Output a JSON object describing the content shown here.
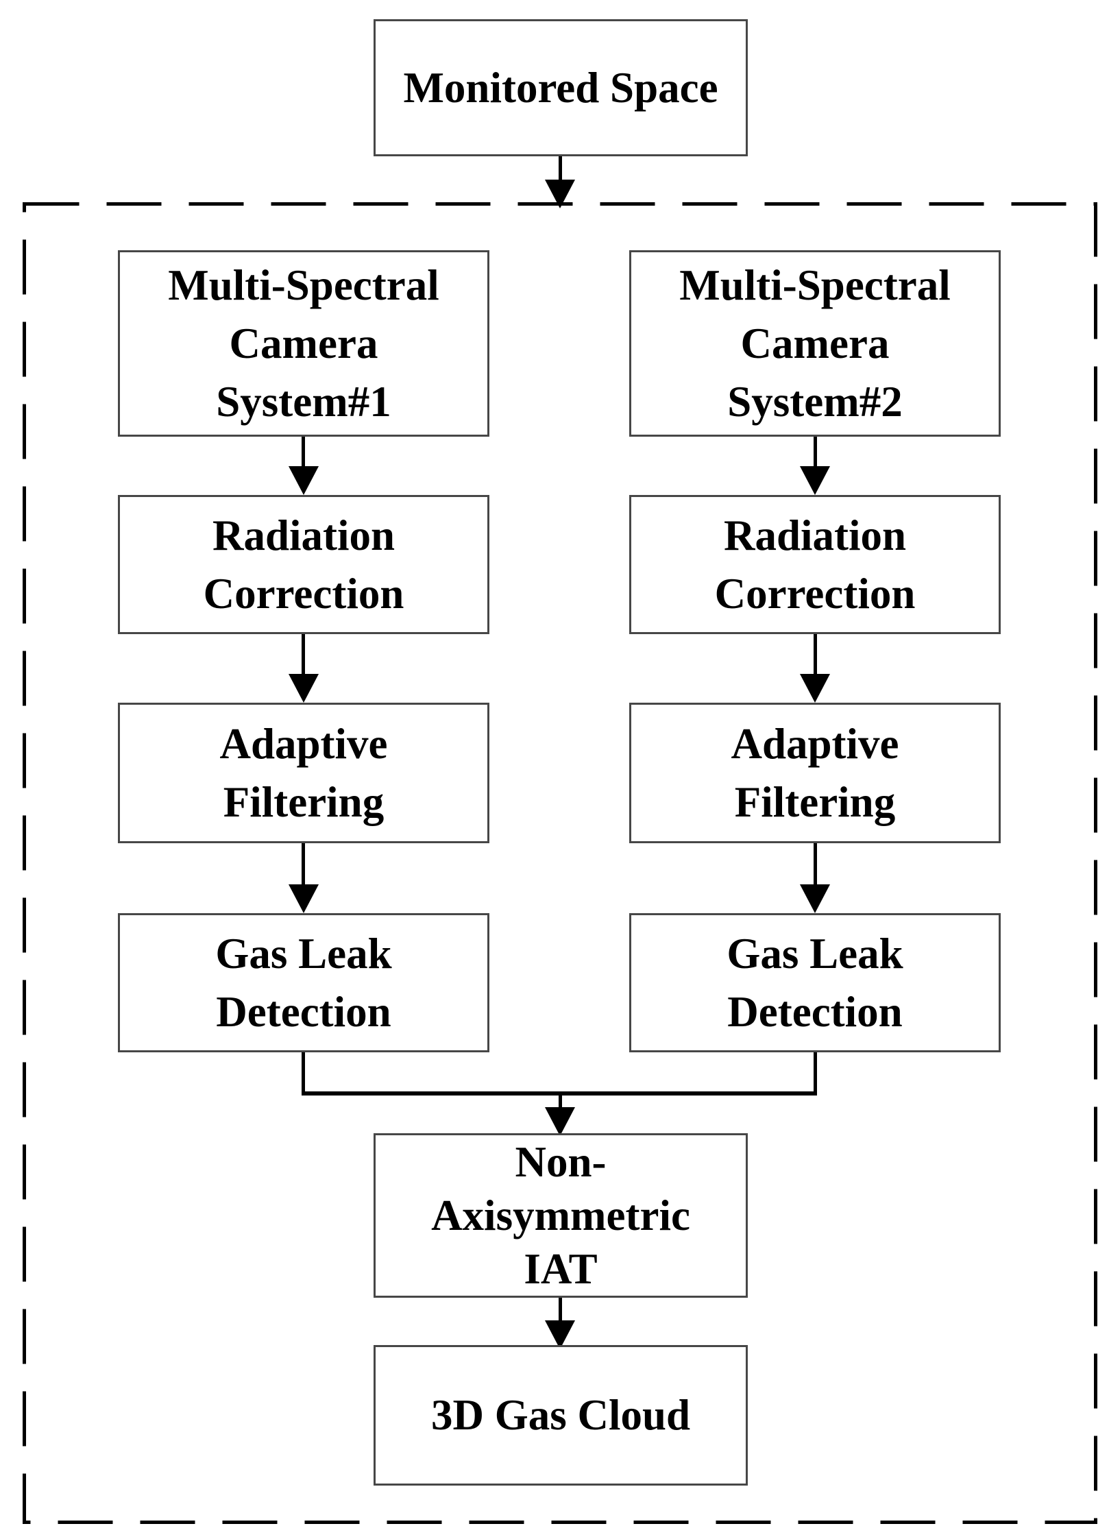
{
  "diagram": {
    "type": "flowchart",
    "colors": {
      "background": "#ffffff",
      "box_border": "#474747",
      "connector": "#000000",
      "text": "#000000"
    },
    "nodes": {
      "monitored_space": {
        "lines": [
          "Monitored Space"
        ]
      },
      "camera1": {
        "lines": [
          "Multi-Spectral",
          "Camera",
          "System#1"
        ]
      },
      "camera2": {
        "lines": [
          "Multi-Spectral",
          "Camera",
          "System#2"
        ]
      },
      "radiation1": {
        "lines": [
          "Radiation",
          "Correction"
        ]
      },
      "radiation2": {
        "lines": [
          "Radiation",
          "Correction"
        ]
      },
      "adaptive1": {
        "lines": [
          "Adaptive",
          "Filtering"
        ]
      },
      "adaptive2": {
        "lines": [
          "Adaptive",
          "Filtering"
        ]
      },
      "gasleak1": {
        "lines": [
          "Gas Leak",
          "Detection"
        ]
      },
      "gasleak2": {
        "lines": [
          "Gas Leak",
          "Detection"
        ]
      },
      "iat": {
        "lines": [
          "Non-",
          "Axisymmetric",
          "IAT"
        ]
      },
      "gascloud": {
        "lines": [
          "3D Gas Cloud"
        ]
      }
    },
    "edges": [
      {
        "from": "monitored_space",
        "to": "dashed_boundary"
      },
      {
        "from": "camera1",
        "to": "radiation1"
      },
      {
        "from": "radiation1",
        "to": "adaptive1"
      },
      {
        "from": "adaptive1",
        "to": "gasleak1"
      },
      {
        "from": "camera2",
        "to": "radiation2"
      },
      {
        "from": "radiation2",
        "to": "adaptive2"
      },
      {
        "from": "adaptive2",
        "to": "gasleak2"
      },
      {
        "from": "gasleak1+gasleak2",
        "to": "iat"
      },
      {
        "from": "iat",
        "to": "gascloud"
      }
    ]
  }
}
